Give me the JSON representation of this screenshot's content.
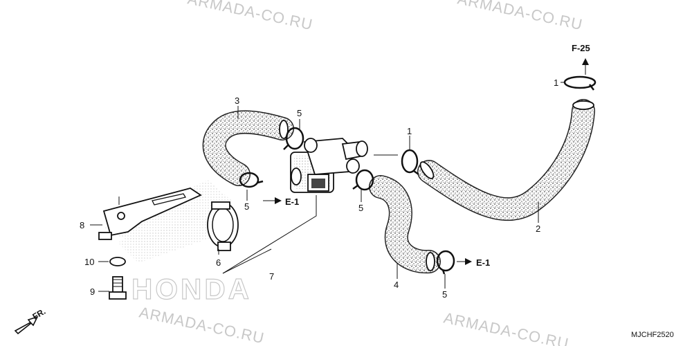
{
  "watermarks": [
    "ARMADA-CO.RU",
    "ARMADA-CO.RU",
    "ARMADA-CO.RU",
    "ARMADA-CO.RU"
  ],
  "brand_mark_text": "HONDA",
  "diagram_code": "MJCHF2520",
  "front_arrow_label": "FR.",
  "refs": {
    "f25": "F-25",
    "e1_left": "E-1",
    "e1_right": "E-1"
  },
  "callouts": {
    "c1_top": "1",
    "c1_mid": "1",
    "c2": "2",
    "c3": "3",
    "c4": "4",
    "c5_top": "5",
    "c5_left": "5",
    "c5_mid": "5",
    "c5_bottom": "5",
    "c6": "6",
    "c7": "7",
    "c8": "8",
    "c9": "9",
    "c10": "10"
  },
  "colors": {
    "line": "#111111",
    "hose_fill": "#9a9a9a",
    "watermark": "#c8c8c8"
  }
}
